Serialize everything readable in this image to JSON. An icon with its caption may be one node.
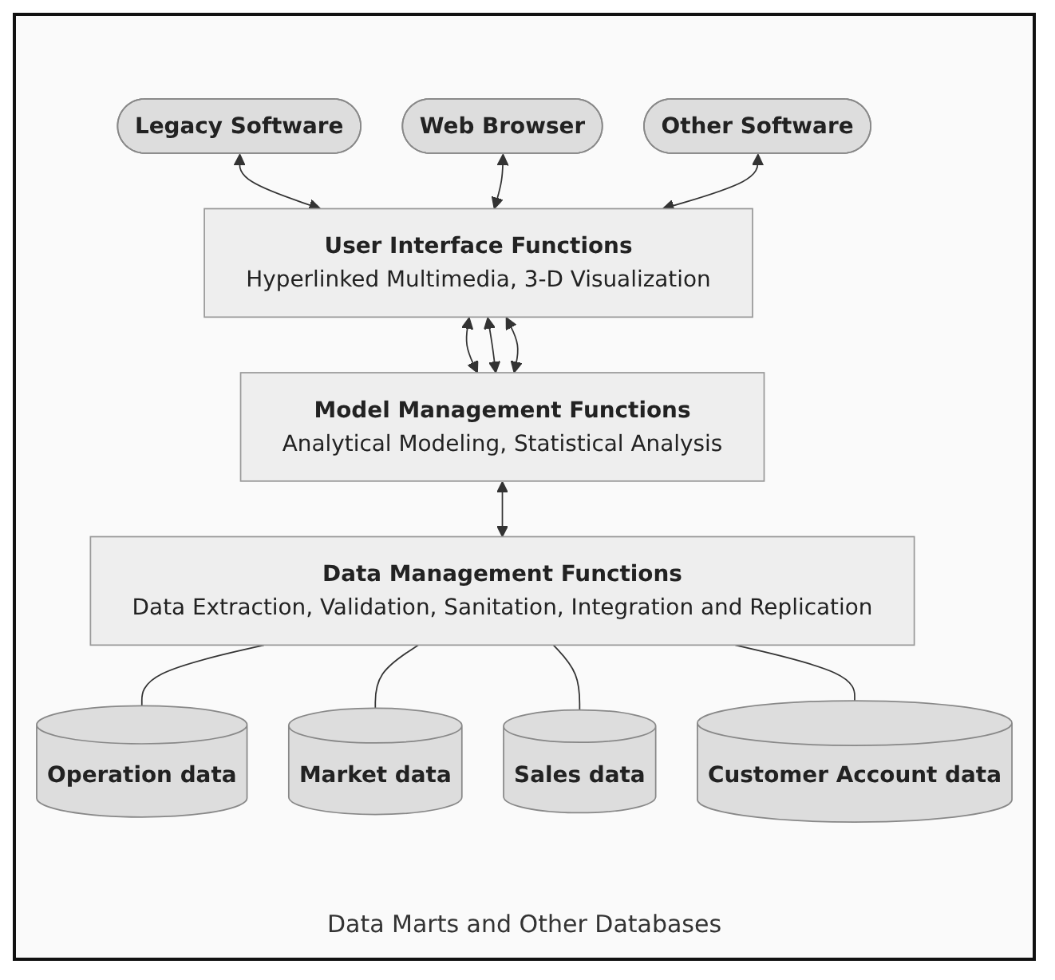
{
  "diagram": {
    "caption": "Data Marts and Other Databases",
    "nodes": [
      {
        "text": [
          "Legacy Software"
        ]
      },
      {
        "text": [
          "Web Browser"
        ]
      },
      {
        "text": [
          "Other Software"
        ]
      },
      {
        "text": [
          "User Interface Functions",
          "Hyperlinked Multimedia, 3-D Visualization"
        ]
      },
      {
        "text": [
          "Model Management Functions",
          "Analytical Modeling, Statistical Analysis"
        ]
      },
      {
        "text": [
          "Data Management Functions",
          "Data Extraction, Validation, Sanitation, Integration and Replication"
        ]
      },
      {
        "text": [
          "Operation data"
        ]
      },
      {
        "text": [
          "Market data"
        ]
      },
      {
        "text": [
          "Sales data"
        ]
      },
      {
        "text": [
          "Customer Account data"
        ]
      }
    ],
    "edges": [
      {
        "from": 0,
        "to": 3,
        "arrow": "both"
      },
      {
        "from": 1,
        "to": 3,
        "arrow": "both"
      },
      {
        "from": 2,
        "to": 3,
        "arrow": "both"
      },
      {
        "from": 3,
        "to": 4,
        "arrow": "both"
      },
      {
        "from": 3,
        "to": 4,
        "arrow": "both"
      },
      {
        "from": 3,
        "to": 4,
        "arrow": "both"
      },
      {
        "from": 4,
        "to": 5,
        "arrow": "both"
      },
      {
        "from": 5,
        "to": 6,
        "arrow": "none"
      },
      {
        "from": 5,
        "to": 7,
        "arrow": "none"
      },
      {
        "from": 5,
        "to": 8,
        "arrow": "none"
      },
      {
        "from": 5,
        "to": 9,
        "arrow": "none"
      }
    ]
  }
}
